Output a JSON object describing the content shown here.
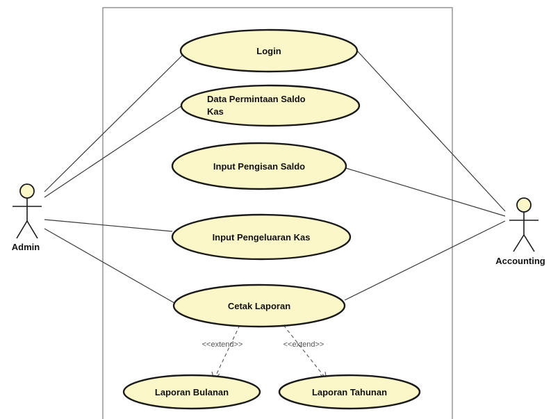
{
  "actors": {
    "admin": {
      "label": "Admin"
    },
    "accounting": {
      "label": "Accounting"
    }
  },
  "use_cases": {
    "login": {
      "label": "Login"
    },
    "data_permintaan": {
      "label_line1": "Data Permintaan Saldo",
      "label_line2": "Kas"
    },
    "input_pengisan": {
      "label": "Input Pengisan Saldo"
    },
    "input_pengeluaran": {
      "label": "Input Pengeluaran Kas"
    },
    "cetak_laporan": {
      "label": "Cetak Laporan"
    },
    "laporan_bulanan": {
      "label": "Laporan Bulanan"
    },
    "laporan_tahunan": {
      "label": "Laporan Tahunan"
    }
  },
  "relations": {
    "extend_bulanan": {
      "label": "<<extend>>"
    },
    "extend_tahunan": {
      "label": "<<extend>>"
    }
  },
  "colors": {
    "use_case_fill": "#fbf7c8",
    "outline": "#1a1a1a",
    "boundary": "#6e6e6e"
  }
}
